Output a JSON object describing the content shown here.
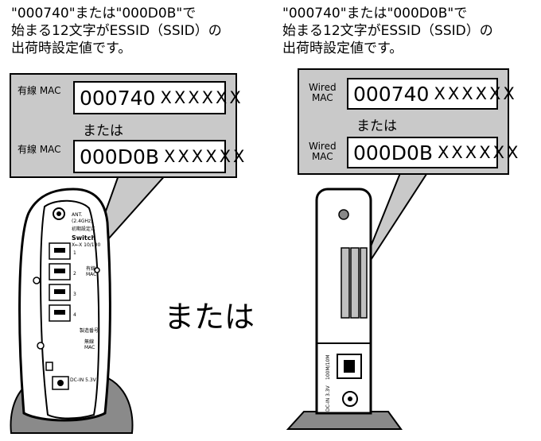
{
  "left": {
    "caption": [
      "\"000740\"または\"000D0B\"で",
      "始まる12文字がESSID（SSID）の",
      "出荷時設定値です。"
    ],
    "mac_label": "有線 MAC",
    "mac_prefix_1": "000740",
    "mac_prefix_2": "000D0B",
    "mac_mask": "XXXXXX",
    "or_text": "または",
    "device_labels": {
      "antenna": "ANT.\n(2.4GHz)",
      "init": "初期設定に",
      "switch": "Switch",
      "switch_sub": "X←X 10/100",
      "ports": [
        "1",
        "2",
        "3",
        "4"
      ],
      "wired_mac": "有線\nMAC",
      "serial": "製造番号",
      "wireless_mac": "無線\nMAC",
      "dcin": "DC-IN 5.3V"
    }
  },
  "right": {
    "caption": [
      "\"000740\"または\"000D0B\"で",
      "始まる12文字がESSID（SSID）の",
      "出荷時設定値です。"
    ],
    "mac_label": [
      "Wired",
      "MAC"
    ],
    "mac_prefix_1": "000740",
    "mac_prefix_2": "000D0B",
    "mac_mask": "XXXXXX",
    "or_text": "または",
    "device_labels": {
      "port": "100M/10M",
      "dcin": "DC-IN 3.3V"
    }
  },
  "center_or": "または"
}
